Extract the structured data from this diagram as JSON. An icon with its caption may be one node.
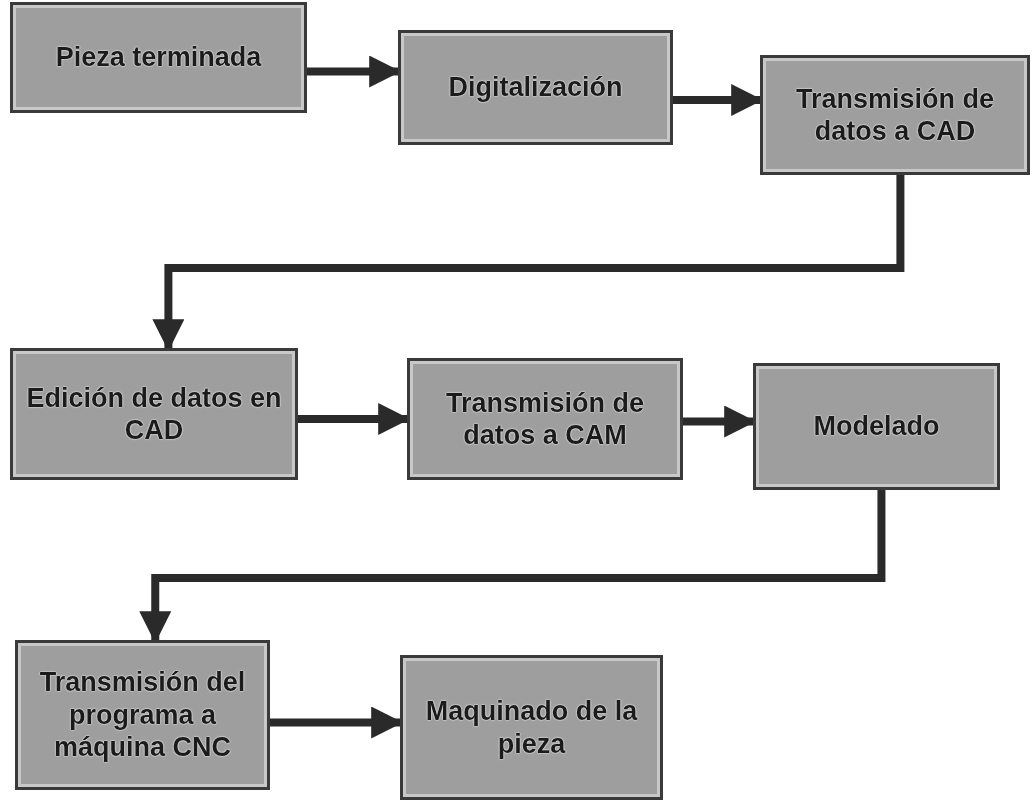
{
  "diagram": {
    "nodes": [
      {
        "text": [
          "Pieza terminada"
        ]
      },
      {
        "text": [
          "Digitalización"
        ]
      },
      {
        "text": [
          "Transmisión de datos a CAD"
        ]
      },
      {
        "text": [
          "Edición de datos en CAD"
        ]
      },
      {
        "text": [
          "Transmisión de datos a CAM"
        ]
      },
      {
        "text": [
          "Modelado"
        ]
      },
      {
        "text": [
          "Transmisión del programa a máquina CNC"
        ]
      },
      {
        "text": [
          "Maquinado de la pieza"
        ]
      }
    ],
    "edges": [
      {
        "from": 0,
        "to": 1,
        "arrow": "to"
      },
      {
        "from": 1,
        "to": 2,
        "arrow": "to"
      },
      {
        "from": 2,
        "to": 3,
        "arrow": "to"
      },
      {
        "from": 3,
        "to": 4,
        "arrow": "to"
      },
      {
        "from": 4,
        "to": 5,
        "arrow": "to"
      },
      {
        "from": 5,
        "to": 6,
        "arrow": "to"
      },
      {
        "from": 6,
        "to": 7,
        "arrow": "to"
      }
    ]
  }
}
